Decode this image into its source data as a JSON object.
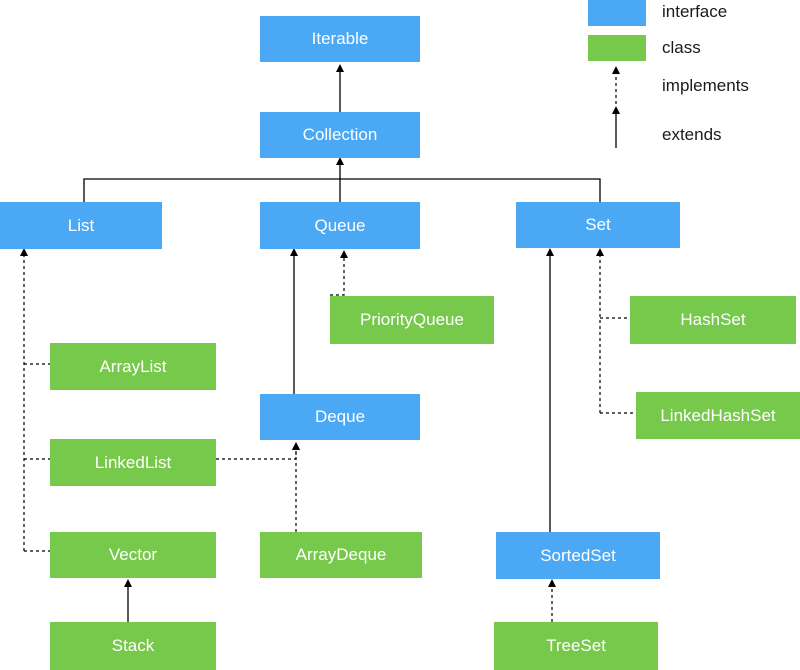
{
  "nodes": {
    "iterable": "Iterable",
    "collection": "Collection",
    "list": "List",
    "queue": "Queue",
    "set": "Set",
    "priority_queue": "PriorityQueue",
    "hash_set": "HashSet",
    "array_list": "ArrayList",
    "deque": "Deque",
    "linked_hash_set": "LinkedHashSet",
    "linked_list": "LinkedList",
    "vector": "Vector",
    "array_deque": "ArrayDeque",
    "sorted_set": "SortedSet",
    "stack": "Stack",
    "tree_set": "TreeSet"
  },
  "legend": {
    "interface": "interface",
    "class": "class",
    "implements": "implements",
    "extends": "extends"
  },
  "colors": {
    "interface": "#4aa8f5",
    "class": "#76c94a",
    "line": "#000000"
  }
}
